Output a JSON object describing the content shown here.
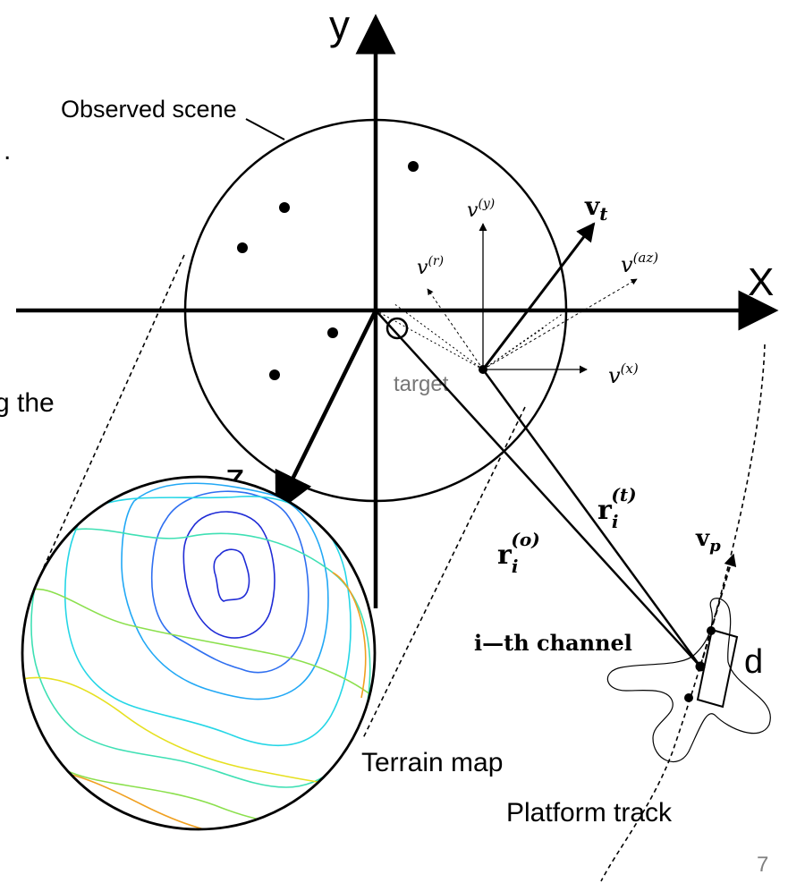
{
  "axes": {
    "x_label": "X",
    "y_label": "y",
    "z_label": "z"
  },
  "scene": {
    "label": "Observed scene"
  },
  "target": {
    "label": "target"
  },
  "velocity": {
    "vt": "v",
    "vt_sub": "t",
    "vy": "v",
    "vy_sup": "(y)",
    "vr": "v",
    "vr_sup": "(r)",
    "vaz": "v",
    "vaz_sup": "(az)",
    "vx": "v",
    "vx_sup": "(x)"
  },
  "ranges": {
    "rt": "r",
    "rt_sub": "i",
    "rt_sup": "(t)",
    "ro": "r",
    "ro_sub": "i",
    "ro_sup": "(o)"
  },
  "platform": {
    "vp": "v",
    "vp_sub": "p",
    "channel": "i—th channel",
    "d_label": "d",
    "track_label": "Platform track"
  },
  "terrain": {
    "label": "Terrain map"
  },
  "clipped_text": {
    "top_left": ".",
    "left_partial": "g the"
  },
  "page": {
    "number": "7"
  },
  "colors": {
    "ink": "#000000",
    "contour_deep": "#1f2bd6",
    "contour_blue": "#2f6ff0",
    "contour_azure": "#22a8f5",
    "contour_cyan": "#25d6e6",
    "contour_teal": "#3fe0b4",
    "contour_green": "#8be04d",
    "contour_yellow": "#e6e020",
    "contour_orange": "#f0a020",
    "contour_red": "#e05a20",
    "page_number": "#808080"
  }
}
